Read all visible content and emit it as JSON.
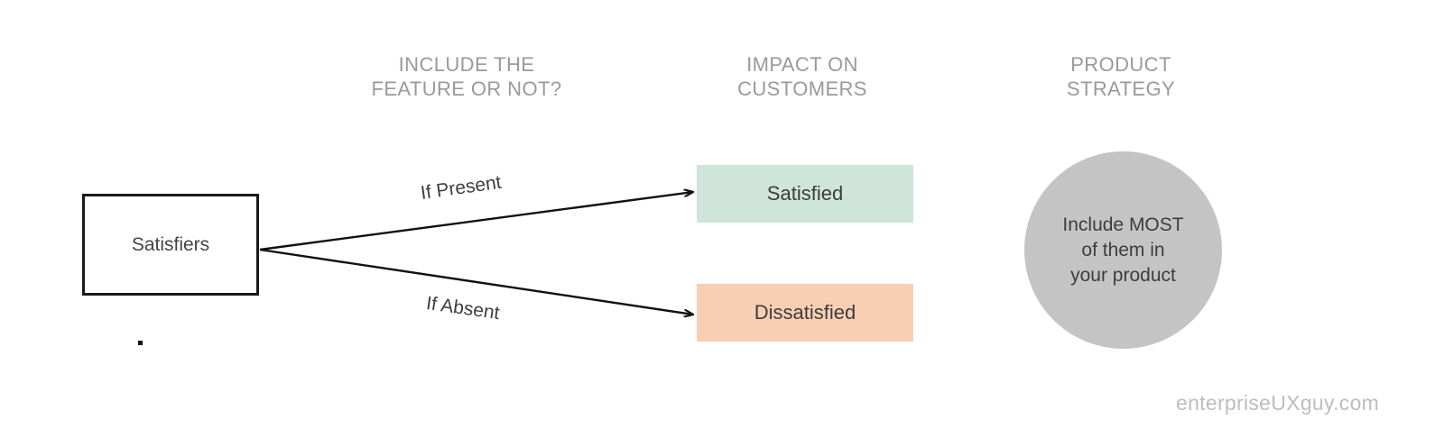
{
  "diagram": {
    "title": "Satisfiers Kano analysis flow",
    "background": "#ffffff",
    "headers": [
      {
        "id": "include",
        "text": "INCLUDE THE\nFEATURE OR NOT?",
        "color": "#9a9a9a"
      },
      {
        "id": "impact",
        "text": "IMPACT ON\nCUSTOMERS",
        "color": "#9a9a9a"
      },
      {
        "id": "strategy",
        "text": "PRODUCT\nSTRATEGY",
        "color": "#9a9a9a"
      }
    ],
    "source_node": {
      "label": "Satisfiers",
      "border_color": "#1a1a1a",
      "fill": "#ffffff",
      "text_color": "#444444"
    },
    "edges": [
      {
        "id": "present",
        "label": "If Present",
        "target": "satisfied",
        "color": "#111111"
      },
      {
        "id": "absent",
        "label": "If Absent",
        "target": "dissatisfied",
        "color": "#111111"
      }
    ],
    "outcomes": [
      {
        "id": "satisfied",
        "label": "Satisfied",
        "fill": "#cfe5d9",
        "text_color": "#3d3d3d"
      },
      {
        "id": "dissatisfied",
        "label": "Dissatisfied",
        "fill": "#f9cfb3",
        "text_color": "#3d3d3d"
      }
    ],
    "strategy": {
      "label": "Include MOST\nof them in\nyour product",
      "fill": "#c4c4c4",
      "text_color": "#3d3d3d",
      "shape": "circle"
    },
    "marks": [
      {
        "id": "stray-dot",
        "color": "#141414"
      }
    ],
    "watermark": {
      "text": "enterpriseUXguy.com",
      "color": "#bdbdbd"
    }
  }
}
